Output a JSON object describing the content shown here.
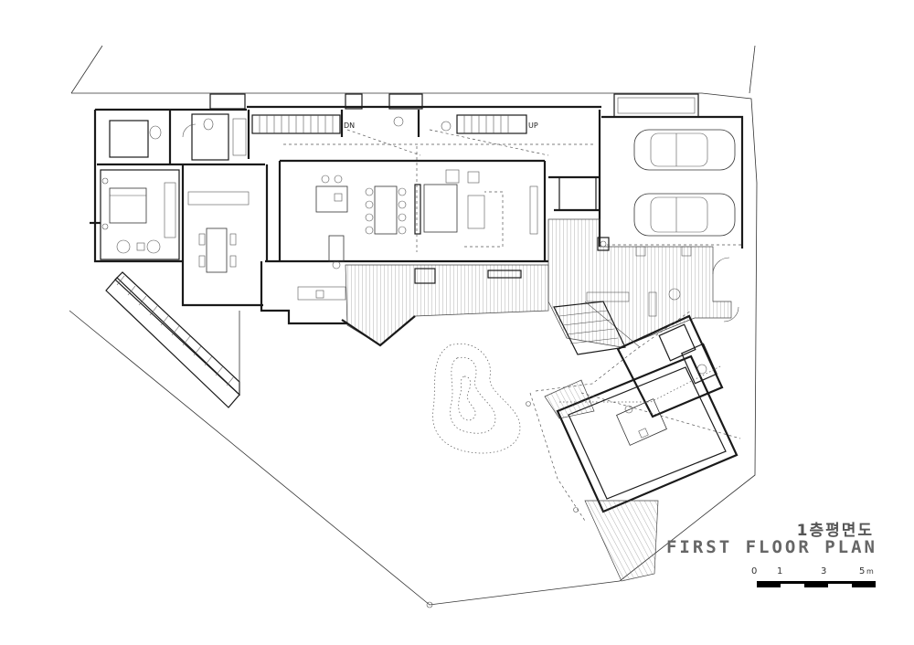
{
  "title": {
    "korean": "1층평면도",
    "english": "FIRST FLOOR PLAN"
  },
  "scale_bar": {
    "labels": [
      "0",
      "1",
      "3",
      "5"
    ],
    "unit": "m"
  },
  "stair_labels": {
    "down": "DN",
    "up": "UP"
  }
}
